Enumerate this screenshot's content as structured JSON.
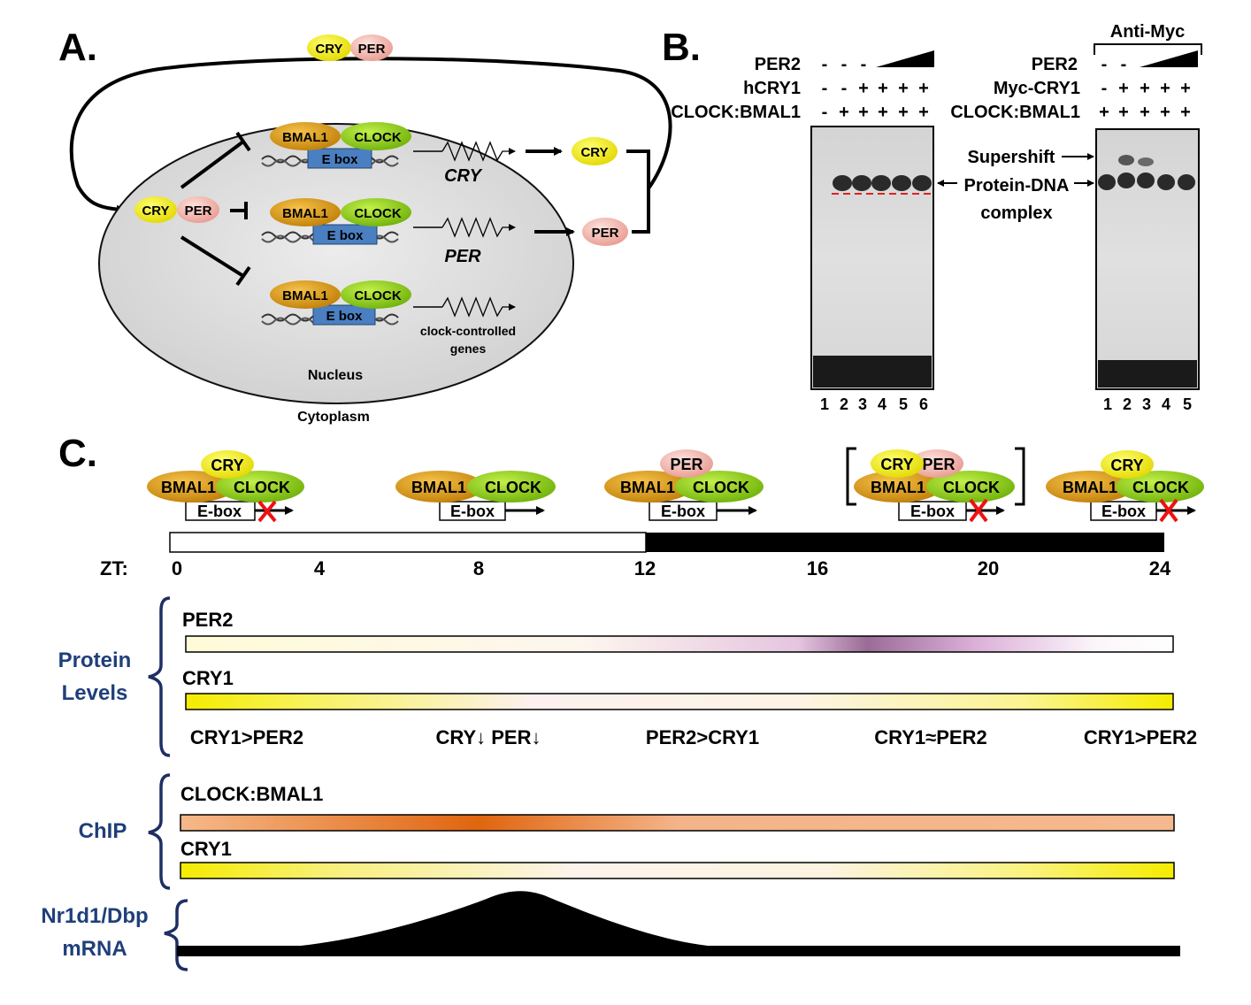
{
  "panelA": {
    "label": "A.",
    "loop_cry": "CRY",
    "loop_per": "PER",
    "cyto_cry": "CRY",
    "cyto_per": "PER",
    "bmal1": "BMAL1",
    "clock": "CLOCK",
    "ebox": "E box",
    "gene_cry": "CRY",
    "gene_per": "PER",
    "gene_ccg_line1": "clock-controlled",
    "gene_ccg_line2": "genes",
    "product_cry": "CRY",
    "product_per": "PER",
    "nucleus": "Nucleus",
    "cytoplasm": "Cytoplasm"
  },
  "panelB": {
    "label": "B.",
    "left": {
      "rows": [
        {
          "label": "PER2",
          "signs": [
            "-",
            "-",
            "-"
          ]
        },
        {
          "label": "hCRY1",
          "signs": [
            "-",
            "-",
            "+",
            "+",
            "+",
            "+"
          ]
        },
        {
          "label": "CLOCK:BMAL1",
          "signs": [
            "-",
            "+",
            "+",
            "+",
            "+",
            "+"
          ]
        }
      ],
      "lanes": [
        "1",
        "2",
        "3",
        "4",
        "5",
        "6"
      ]
    },
    "right": {
      "header": "Anti-Myc",
      "rows": [
        {
          "label": "PER2",
          "signs": [
            "-",
            "-"
          ]
        },
        {
          "label": "Myc-CRY1",
          "signs": [
            "-",
            "+",
            "+",
            "+",
            "+"
          ]
        },
        {
          "label": "CLOCK:BMAL1",
          "signs": [
            "+",
            "+",
            "+",
            "+",
            "+"
          ]
        }
      ],
      "lanes": [
        "1",
        "2",
        "3",
        "4",
        "5"
      ]
    },
    "supershift": "Supershift",
    "complex_line1": "Protein-DNA",
    "complex_line2": "complex"
  },
  "panelC": {
    "label": "C.",
    "complexes": [
      {
        "top": "CRY",
        "bmal1": "BMAL1",
        "clock": "CLOCK",
        "ebox": "E-box",
        "repressed": true
      },
      {
        "bmal1": "BMAL1",
        "clock": "CLOCK",
        "ebox": "E-box",
        "repressed": false
      },
      {
        "top": "PER",
        "bmal1": "BMAL1",
        "clock": "CLOCK",
        "ebox": "E-box",
        "repressed": false
      },
      {
        "top": "CRY",
        "top2": "PER",
        "bmal1": "BMAL1",
        "clock": "CLOCK",
        "ebox": "E-box",
        "repressed": true
      },
      {
        "top": "CRY",
        "bmal1": "BMAL1",
        "clock": "CLOCK",
        "ebox": "E-box",
        "repressed": true
      }
    ],
    "zt_label": "ZT:",
    "zt_ticks": [
      "0",
      "4",
      "8",
      "12",
      "16",
      "20",
      "24"
    ],
    "protein_group_line1": "Protein",
    "protein_group_line2": "Levels",
    "per2_bar": "PER2",
    "cry1_bar": "CRY1",
    "ratios": [
      "CRY1>PER2",
      "CRY↓ PER↓",
      "PER2>CRY1",
      "CRY1≈PER2",
      "CRY1>PER2"
    ],
    "chip_group": "ChIP",
    "clock_bmal1_bar": "CLOCK:BMAL1",
    "chip_cry1_bar": "CRY1",
    "mrna_line1": "Nr1d1/Dbp",
    "mrna_line2": "mRNA"
  },
  "colors": {
    "bmal1": "#d4900f",
    "clock": "#8fcf16",
    "cry": "#f3f000",
    "per": "#f4b0a8",
    "ebox": "#4a7fc1",
    "nucleus": "#e3e3e3",
    "chip_peak": "#e0650f",
    "per_peak": "#a66b9c"
  }
}
